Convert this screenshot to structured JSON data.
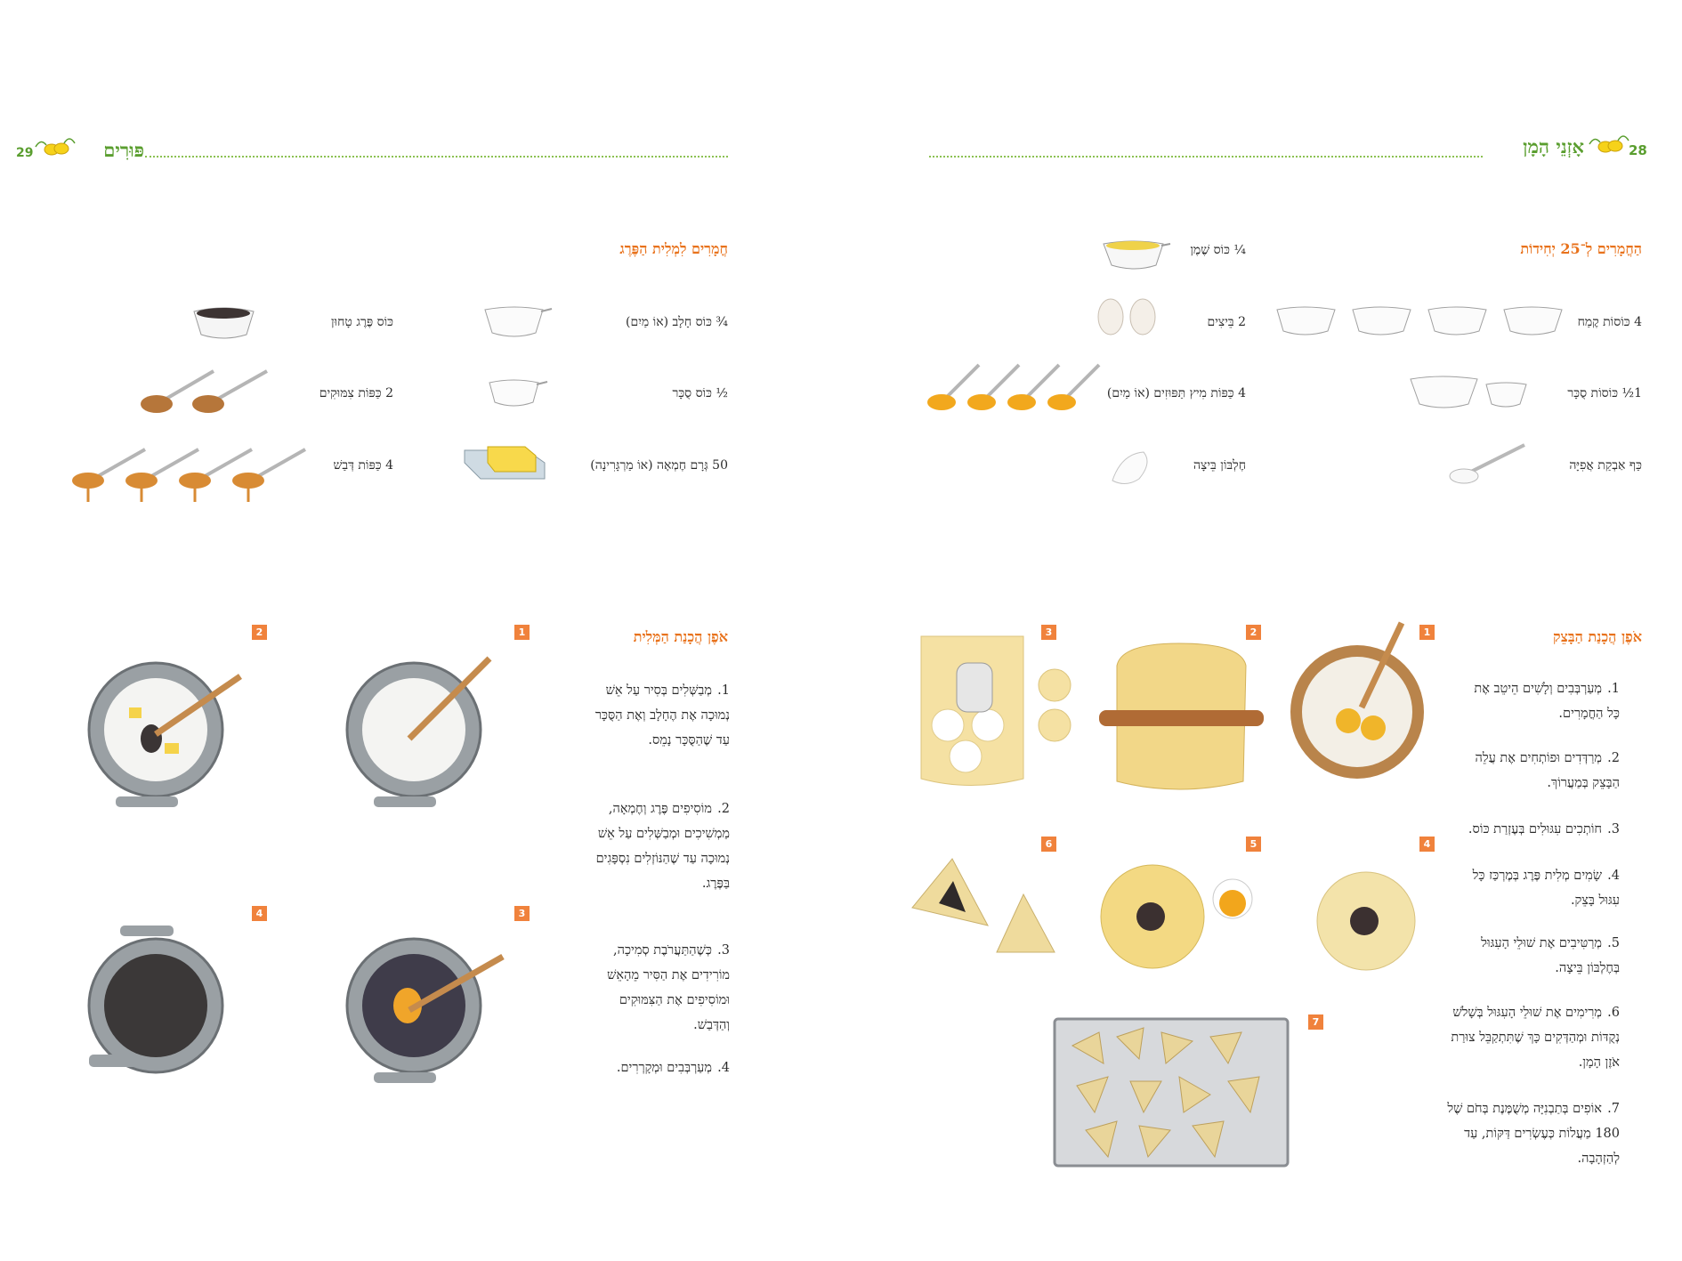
{
  "right_page": {
    "page_number": "28",
    "header_title": "אָזְנֵי הָמָן",
    "ingredients_title": "הַחֳמָרִים לְ־25 יְחִידוֹת",
    "ingredients": [
      "¼ כּוֹס שֶׁמֶן",
      "4 כּוֹסוֹת קֶמַח",
      "2 בֵּיצִים",
      "1½ כּוֹסוֹת סֻכָּר",
      "4 כַּפּוֹת מִיץ תַּפּוּזִים (אוֹ מַיִם)",
      "כַּף אַבְקַת אֲפִיָּה",
      "חֶלְבּוֹן בֵּיצָה"
    ],
    "method_title": "אֹפֶן הֲכָנַת הַבָּצֵק",
    "steps": [
      {
        "n": "1.",
        "text": "מְעַרְבְּבִים וְלָשִׁים הֵיטֵב אֶת כָּל הַחֳמָרִים."
      },
      {
        "n": "2.",
        "text": "מְרַדְּדִים וּפוֹתְחִים אֶת עֲלֵה הַבָּצֵק בְּמַעֲרוֹךְ."
      },
      {
        "n": "3.",
        "text": "חוֹתְכִים עִגּוּלִים בְּעֶזְרַת כּוֹס."
      },
      {
        "n": "4.",
        "text": "שָׂמִים מְלִית פֶּרֶג בְּמֶרְכַּז כָּל עִגּוּל בָּצֵק."
      },
      {
        "n": "5.",
        "text": "מְרַטִּיבִים אֶת שׁוּלֵי הָעִגּוּל בְּחֶלְבּוֹן בֵּיצָה."
      },
      {
        "n": "6.",
        "text": "מְרִימִים אֶת שׁוּלֵי הָעִגּוּל בְּשָׁלֹשׁ נְקֻדּוֹת וּמְהַדְּקִים כָּךְ שֶׁתִּתְקַבֵּל צוּרַת אֹזֶן הָמָן."
      },
      {
        "n": "7.",
        "text": "אוֹפִים בְּתַבְנִיָּה מְשֻׁמֶּנֶת בְּחֹם שֶׁל 180 מַעֲלוֹת כְּעֶשְׂרִים דַּקּוֹת, עַד לְהַזְהָבָה."
      }
    ],
    "badges": [
      "1",
      "2",
      "3",
      "4",
      "5",
      "6",
      "7"
    ]
  },
  "left_page": {
    "page_number": "29",
    "header_title": "פּוּרִים",
    "ingredients_title": "חֳמָרִים לִמְלִית הַפֶּרֶג",
    "ingredients": [
      "¾ כּוֹס חָלָב (אוֹ מַיִם)",
      "כּוֹס פֶּרֶג טָחוּן",
      "½ כּוֹס סֻכָּר",
      "2 כַּפּוֹת צִמּוּקִים",
      "50 גְּרָם חֶמְאָה (אוֹ מַרְגָּרִינָה)",
      "4 כַּפּוֹת דְּבַשׁ"
    ],
    "method_title": "אֹפֶן הֲכָנַת הַמְּלִית",
    "steps": [
      {
        "n": "1.",
        "text": "מְבַשְּׁלִים בְּסִיר עַל אֵשׁ נְמוּכָה אֶת הֶחָלָב וְאֶת הַסֻּכָּר עַד שֶׁהַסֻּכָּר נָמֵס."
      },
      {
        "n": "2.",
        "text": "מוֹסִיפִים פֶּרֶג וְחֶמְאָה, מַמְשִׁיכִים וּמְבַשְּׁלִים עַל אֵשׁ נְמוּכָה עַד שֶׁהַנּוֹזְלִים נִסְפָּגִים בַּפֶּרֶג."
      },
      {
        "n": "3.",
        "text": "כְּשֶׁהַתַּעֲרֹבֶת סְמִיכָה, מוֹרִידִים אֶת הַסִּיר מֵהָאֵשׁ וּמוֹסִיפִים אֶת הַצִּמּוּקִים וְהַדְּבַשׁ."
      },
      {
        "n": "4.",
        "text": "מְעַרְבְּבִים וּמְקָרְרִים."
      }
    ],
    "badges": [
      "1",
      "2",
      "3",
      "4"
    ]
  },
  "colors": {
    "header_green": "#5a9e2f",
    "section_orange": "#e8721c",
    "badge_orange": "#f0823c",
    "candy_yellow": "#f6d21a"
  }
}
